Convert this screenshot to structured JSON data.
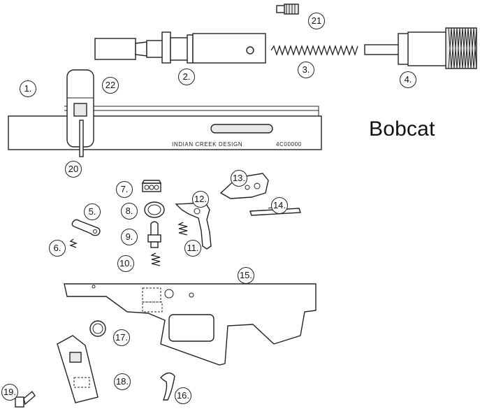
{
  "diagram": {
    "title": "Bobcat",
    "engraving": {
      "maker": "INDIAN CREEK DESIGN",
      "serial": "4C00000"
    },
    "callouts": [
      "1.",
      "2.",
      "3.",
      "4.",
      "5.",
      "6.",
      "7.",
      "8.",
      "9.",
      "10.",
      "11.",
      "12.",
      "13.",
      "14.",
      "15.",
      "16.",
      "17.",
      "18.",
      "19.",
      "20",
      "21",
      "22"
    ]
  }
}
